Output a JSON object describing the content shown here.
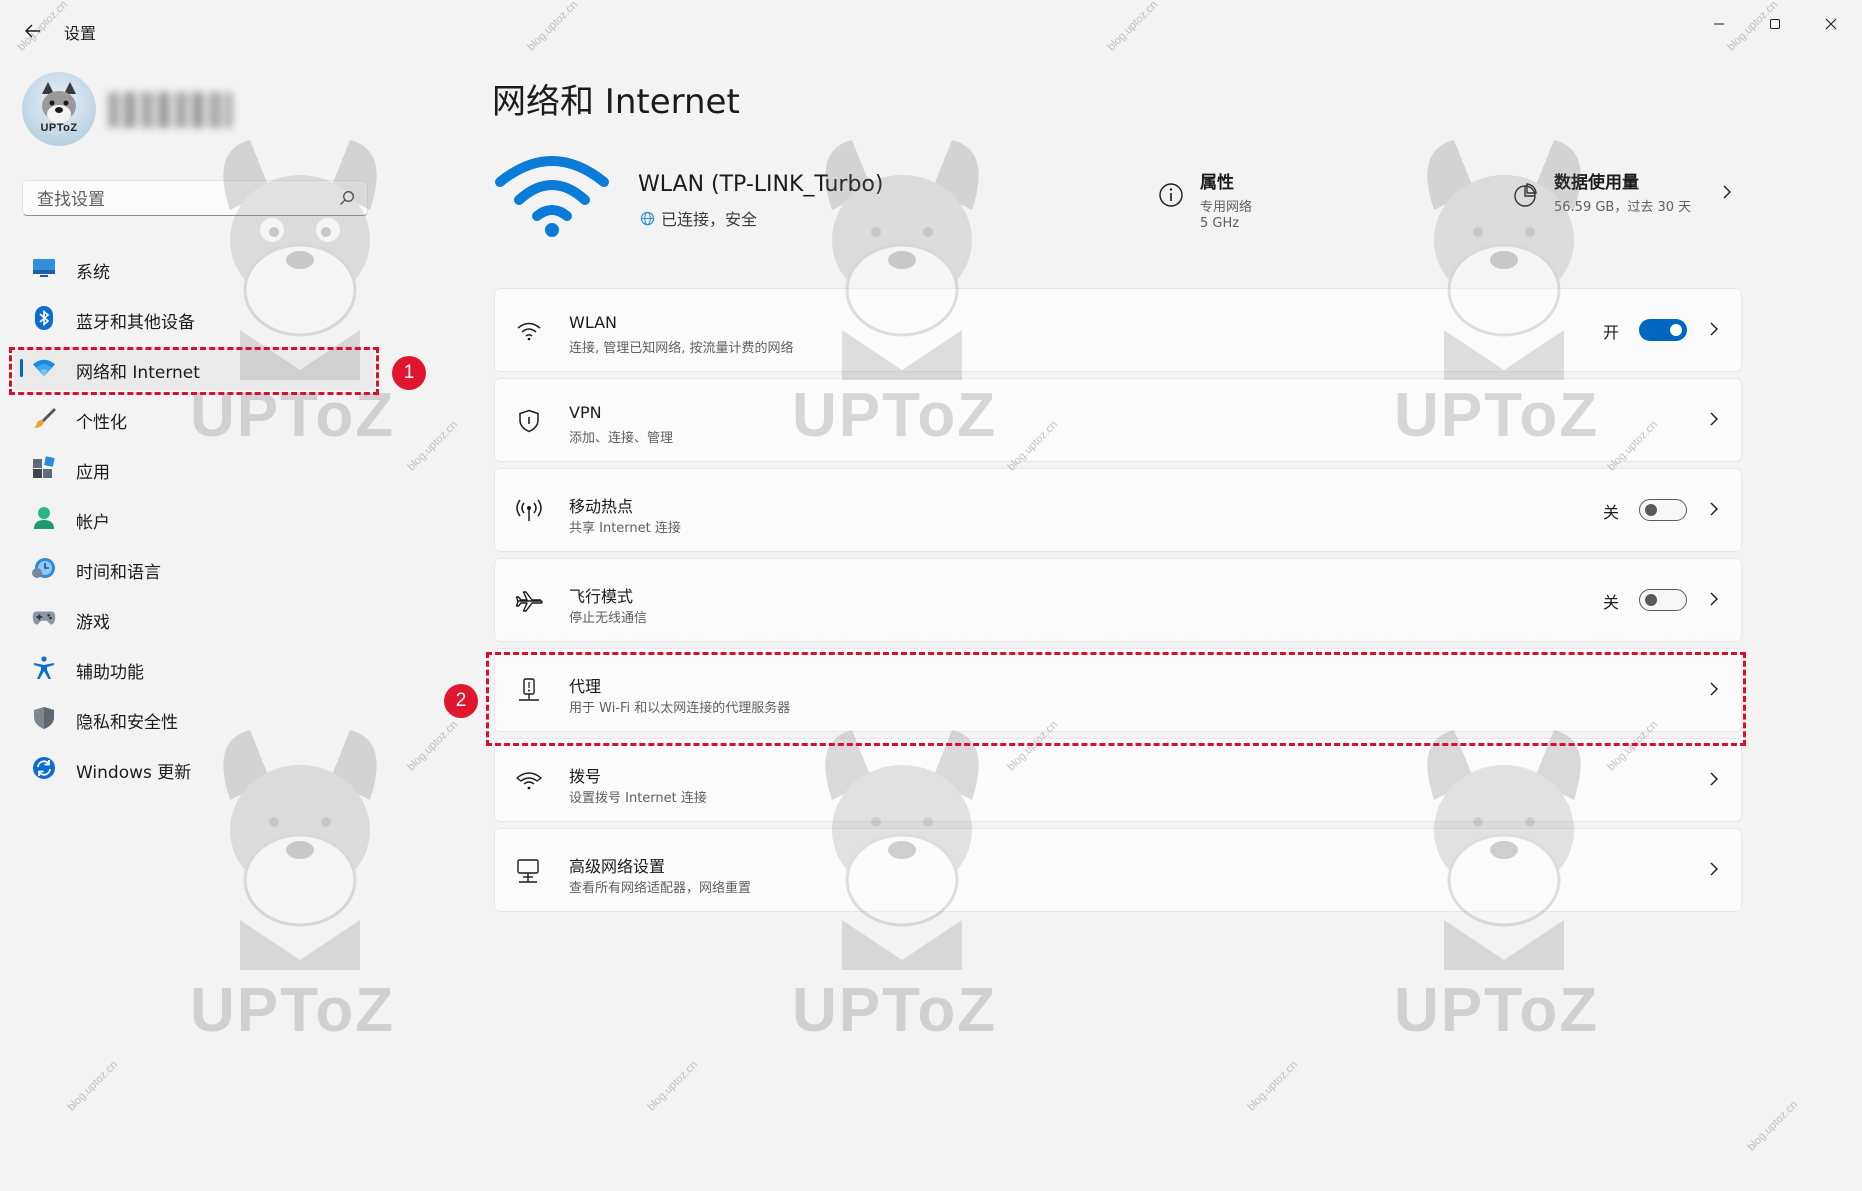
{
  "window": {
    "title": "设置",
    "back_icon": "arrow-left-icon",
    "controls": [
      "minimize-icon",
      "maximize-icon",
      "close-icon"
    ]
  },
  "user": {
    "avatar_text": "UPToZ"
  },
  "search": {
    "placeholder": "查找设置",
    "value": ""
  },
  "sidebar": {
    "selected_index": 2,
    "items": [
      {
        "label": "系统",
        "icon": "monitor-icon"
      },
      {
        "label": "蓝牙和其他设备",
        "icon": "bluetooth-icon"
      },
      {
        "label": "网络和 Internet",
        "icon": "wifi-icon"
      },
      {
        "label": "个性化",
        "icon": "paintbrush-icon"
      },
      {
        "label": "应用",
        "icon": "apps-icon"
      },
      {
        "label": "帐户",
        "icon": "person-icon"
      },
      {
        "label": "时间和语言",
        "icon": "clock-globe-icon"
      },
      {
        "label": "游戏",
        "icon": "gamepad-icon"
      },
      {
        "label": "辅助功能",
        "icon": "accessibility-icon"
      },
      {
        "label": "隐私和安全性",
        "icon": "shield-icon"
      },
      {
        "label": "Windows 更新",
        "icon": "sync-icon"
      }
    ]
  },
  "page": {
    "title": "网络和 Internet",
    "network": {
      "name": "WLAN (TP-LINK_Turbo)",
      "status": "已连接，安全"
    },
    "properties": {
      "title": "属性",
      "line1": "专用网络",
      "line2": "5 GHz"
    },
    "data_usage": {
      "title": "数据使用量",
      "detail": "56.59 GB，过去 30 天"
    },
    "cards": [
      {
        "title": "WLAN",
        "subtitle": "连接, 管理已知网络, 按流量计费的网络",
        "icon": "wifi-icon",
        "toggle_label": "开",
        "toggle_on": true
      },
      {
        "title": "VPN",
        "subtitle": "添加、连接、管理",
        "icon": "vpn-shield-icon"
      },
      {
        "title": "移动热点",
        "subtitle": "共享 Internet 连接",
        "icon": "hotspot-icon",
        "toggle_label": "关",
        "toggle_on": false
      },
      {
        "title": "飞行模式",
        "subtitle": "停止无线通信",
        "icon": "airplane-icon",
        "toggle_label": "关",
        "toggle_on": false
      },
      {
        "title": "代理",
        "subtitle": "用于 Wi-Fi 和以太网连接的代理服务器",
        "icon": "proxy-server-icon"
      },
      {
        "title": "拨号",
        "subtitle": "设置拨号 Internet 连接",
        "icon": "dialup-icon"
      },
      {
        "title": "高级网络设置",
        "subtitle": "查看所有网络适配器，网络重置",
        "icon": "network-pc-icon"
      }
    ]
  },
  "annotations": {
    "badge1": "1",
    "badge2": "2",
    "color": "#d8102a"
  },
  "watermark": {
    "brand": "UPToZ",
    "url": "blog.uptoz.cn"
  },
  "colors": {
    "accent": "#0067c0",
    "wifi_big": "#0a7bd6",
    "background": "#f3f3f3"
  }
}
